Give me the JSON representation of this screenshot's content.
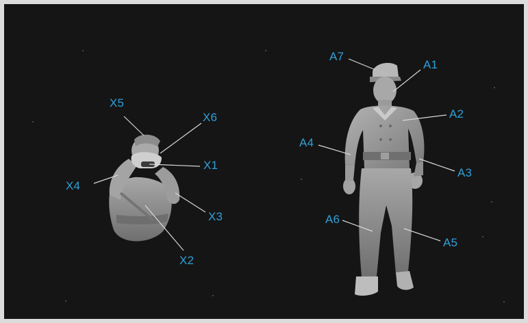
{
  "photo": {
    "subject": "Resin figure parts on black background",
    "colors": {
      "background": "#151515",
      "figure": "#9a9a9a",
      "label": "#2fa0d8",
      "leader": "#d8d8d8"
    }
  },
  "labels": {
    "x1": "X1",
    "x2": "X2",
    "x3": "X3",
    "x4": "X4",
    "x5": "X5",
    "x6": "X6",
    "a1": "A1",
    "a2": "A2",
    "a3": "A3",
    "a4": "A4",
    "a5": "A5",
    "a6": "A6",
    "a7": "A7"
  }
}
